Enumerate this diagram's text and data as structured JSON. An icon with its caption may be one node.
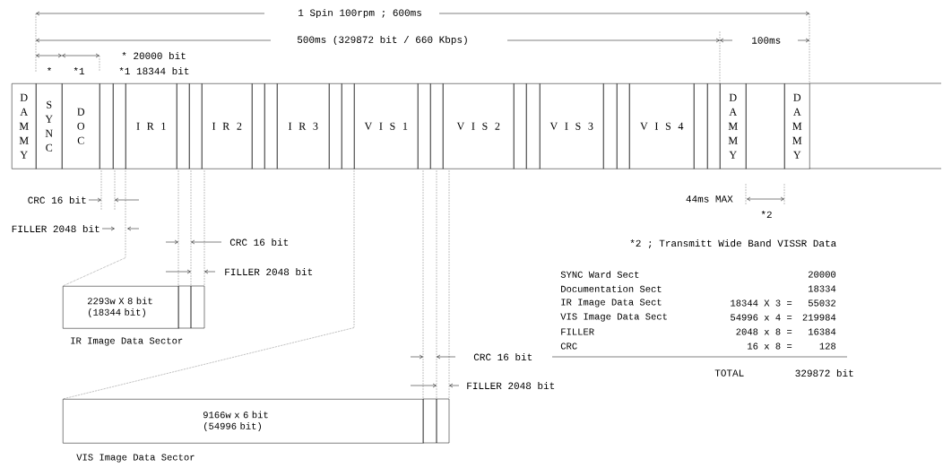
{
  "diagram": {
    "nodes": [
      {
        "text": [
          "DAMMY"
        ]
      },
      {
        "text": [
          "SYNC"
        ]
      },
      {
        "text": [
          "DOC"
        ]
      },
      {
        "text": [],
        "shape": "box"
      },
      {
        "text": [],
        "shape": "box"
      },
      {
        "text": [
          "I R 1"
        ]
      },
      {
        "text": [],
        "shape": "box"
      },
      {
        "text": [],
        "shape": "box"
      },
      {
        "text": [
          "I R 2"
        ]
      },
      {
        "text": [],
        "shape": "box"
      },
      {
        "text": [],
        "shape": "box"
      },
      {
        "text": [
          "I R 3"
        ]
      },
      {
        "text": [],
        "shape": "box"
      },
      {
        "text": [],
        "shape": "box"
      },
      {
        "text": [
          "V I S 1"
        ]
      },
      {
        "text": [],
        "shape": "box"
      },
      {
        "text": [],
        "shape": "box"
      },
      {
        "text": [
          "V I S 2"
        ]
      },
      {
        "text": [],
        "shape": "box"
      },
      {
        "text": [],
        "shape": "box"
      },
      {
        "text": [
          "V I S 3"
        ]
      },
      {
        "text": [],
        "shape": "box"
      },
      {
        "text": [],
        "shape": "box"
      },
      {
        "text": [
          "V I S 4"
        ]
      },
      {
        "text": [],
        "shape": "box"
      },
      {
        "text": [],
        "shape": "box"
      },
      {
        "text": [
          "DAMMY"
        ]
      },
      {
        "text": [],
        "shape": "box"
      },
      {
        "text": [
          "DAMMY"
        ]
      },
      {
        "text": [
          "2293w X 8 bit (18344 bit)"
        ],
        "beside": [
          "IR Image Data Sector"
        ]
      },
      {
        "text": [
          "9166w x 6 bit (54996 bit)"
        ],
        "beside": [
          "VIS Image Data Sector"
        ]
      }
    ],
    "edges": [
      {
        "from": 5,
        "to": 29,
        "arrow": "none",
        "style": "dashed"
      },
      {
        "from": 14,
        "to": 30,
        "arrow": "none",
        "style": "dashed"
      }
    ],
    "labels": [
      "1 Spin 100rpm ; 600ms",
      "500ms (329872 bit / 660 Kbps)",
      "100ms",
      "* 20000 bit",
      "*",
      "*1",
      "*1 18344 bit",
      "CRC 16 bit",
      "44ms MAX",
      "*2",
      "FILLER 2048 bit",
      "CRC 16 bit",
      "*2 ; Transmitt Wide Band VISSR Data",
      "FILLER 2048 bit",
      "SYNC Ward Sect",
      "20000",
      "Documentation Sect",
      "18334",
      "IR Image Data Sect",
      "18344 X 3 =",
      "55032",
      "VIS Image Data Sect",
      "54996 x 4 =",
      "219984",
      "FILLER",
      "2048 x 8 =",
      "16384",
      "CRC",
      "16 x 8 =",
      "128",
      "CRC 16 bit",
      "TOTAL",
      "329872 bit",
      "FILLER 2048 bit"
    ]
  }
}
